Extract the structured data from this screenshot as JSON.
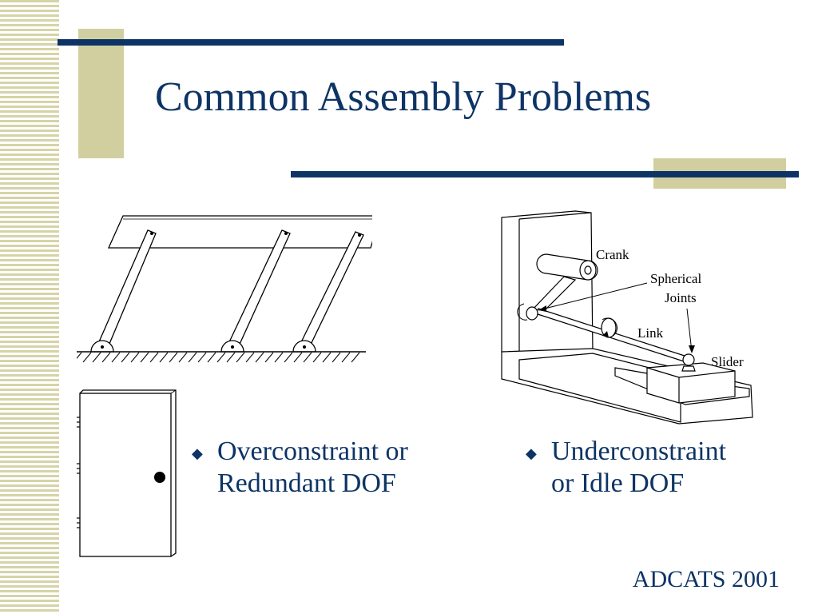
{
  "slide": {
    "title": "Common Assembly Problems",
    "footer": "ADCATS 2001"
  },
  "bullets": [
    {
      "icon": "diamond-bullet-icon",
      "text_line1": "Overconstraint or",
      "text_line2": "Redundant DOF"
    },
    {
      "icon": "diamond-bullet-icon",
      "text_line1": "Underconstraint",
      "text_line2": "or Idle DOF"
    }
  ],
  "mechanism_labels": {
    "crank": "Crank",
    "spherical": "Spherical",
    "joints": "Joints",
    "link": "Link",
    "slider": "Slider"
  },
  "colors": {
    "text": "#0d3465",
    "deco_block": "#d1cfa0",
    "stripe": "#d6d3a8"
  }
}
